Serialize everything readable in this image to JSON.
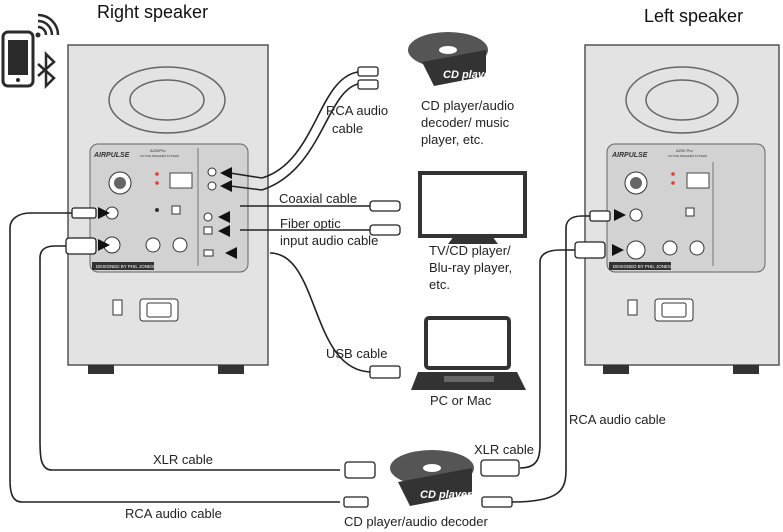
{
  "headers": {
    "right": "Right speaker",
    "left": "Left speaker"
  },
  "cables": {
    "rca_top": [
      "RCA audio",
      "cable"
    ],
    "coaxial": "Coaxial cable",
    "fiber": [
      "Fiber optic",
      "input audio cable"
    ],
    "usb": "USB cable",
    "xlr_bottom": "XLR cable",
    "xlr_right": "XLR cable",
    "rca_bottom": "RCA audio cable",
    "rca_right": "RCA audio cable"
  },
  "devices": {
    "cd_top": [
      "CD player/audio",
      "decoder/ music",
      "player, etc."
    ],
    "tv": [
      "TV/CD player/",
      "Blu-ray player,",
      "etc."
    ],
    "pc": "PC or Mac",
    "cd_bottom": "CD player/audio decoder",
    "cd_badge": "CD player"
  },
  "panel": {
    "brand": "AIRPULSE",
    "right_model": "A200Pro",
    "left_model": "A200 Pro",
    "subtitle": "ACTIVE SPEAKER SYSTEM",
    "footer": "DESIGNED BY PHIL JONES"
  },
  "colors": {
    "cabinet": "#e3e3e3",
    "panel": "#d2d2d2",
    "outline": "#555555",
    "cd_badge": "#333333"
  }
}
